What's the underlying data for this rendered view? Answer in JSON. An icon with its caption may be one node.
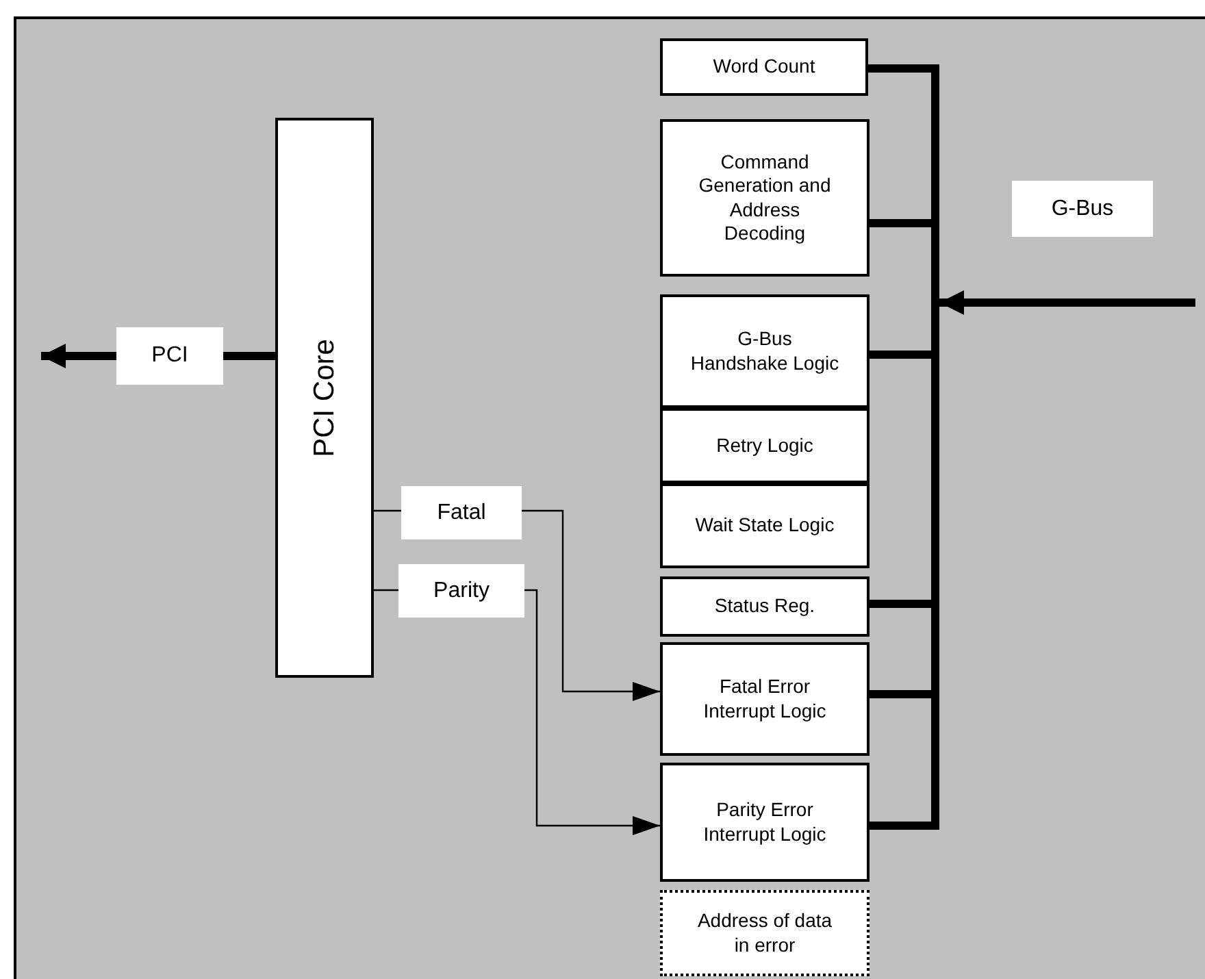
{
  "diagram": {
    "nodes": [
      {
        "text": [
          "PCI Core"
        ]
      },
      {
        "text": [
          "PCI"
        ]
      },
      {
        "text": [
          "Fatal"
        ]
      },
      {
        "text": [
          "Parity"
        ]
      },
      {
        "text": [
          "Word Count"
        ]
      },
      {
        "text": [
          "Command Generation and Address Decoding"
        ]
      },
      {
        "text": [
          "G-Bus Handshake Logic"
        ]
      },
      {
        "text": [
          "Retry Logic"
        ]
      },
      {
        "text": [
          "Wait State Logic"
        ]
      },
      {
        "text": [
          "Status Reg."
        ]
      },
      {
        "text": [
          "Fatal Error Interrupt Logic"
        ]
      },
      {
        "text": [
          "Parity Error Interrupt Logic"
        ]
      },
      {
        "text": [
          "Address of data in error"
        ]
      },
      {
        "text": [
          "G-Bus"
        ]
      }
    ],
    "edges": [
      {
        "from": 0,
        "to": 1,
        "arrow": "none"
      },
      {
        "from": 1,
        "to": null,
        "arrow": "to"
      },
      {
        "from": 0,
        "to": 2,
        "arrow": "none"
      },
      {
        "from": 0,
        "to": 3,
        "arrow": "none"
      },
      {
        "from": 2,
        "to": 10,
        "arrow": "to"
      },
      {
        "from": 3,
        "to": 11,
        "arrow": "to"
      },
      {
        "from": 4,
        "to": null,
        "arrow": "none"
      },
      {
        "from": 5,
        "to": null,
        "arrow": "none"
      },
      {
        "from": 6,
        "to": null,
        "arrow": "none"
      },
      {
        "from": 9,
        "to": null,
        "arrow": "none"
      },
      {
        "from": 10,
        "to": null,
        "arrow": "none"
      },
      {
        "from": 11,
        "to": null,
        "arrow": "none"
      }
    ]
  }
}
